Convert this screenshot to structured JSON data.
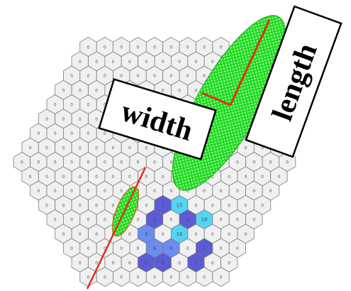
{
  "labels": {
    "width": "width",
    "length": "length"
  },
  "hex_fill_values": [
    {
      "value": "0",
      "color": "#f0f0f0"
    },
    {
      "value": "4",
      "color": "#5b5bd6"
    },
    {
      "value": "8",
      "color": "#6b8cf0"
    },
    {
      "value": "6",
      "color": "#5b5bd6"
    },
    {
      "value": "15",
      "color": "#53d4f2"
    },
    {
      "value": "16",
      "color": "#53d4f2"
    },
    {
      "value": "7",
      "color": "#5b5bd6"
    },
    {
      "value": "9",
      "color": "#5a8cf2"
    }
  ],
  "colors": {
    "hex_default": "#f0f0f0",
    "hex_stroke": "#7a7a7a",
    "ellipse_fill": "#22dd22",
    "axis_line": "#e03018",
    "label_box": "#ffffff"
  }
}
